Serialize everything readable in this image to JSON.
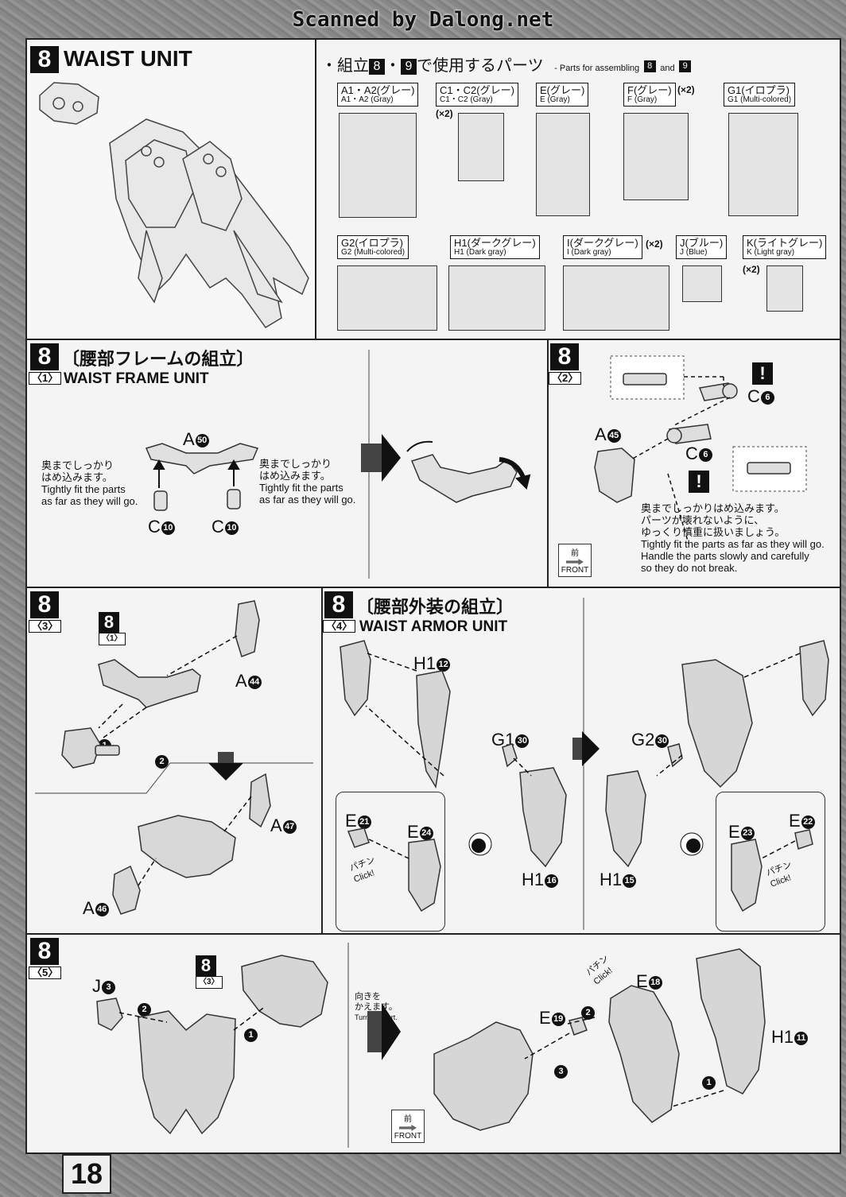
{
  "header": {
    "scan_credit": "Scanned by Dalong.net"
  },
  "page_number": "18",
  "main_step": {
    "number": "8",
    "title": "WAIST UNIT"
  },
  "parts_list": {
    "title_jp": "・組立",
    "step_a": "8",
    "dot": "・",
    "step_b": "9",
    "title_jp_suffix": "で使用するパーツ",
    "subtitle_prefix": "- Parts for assembling",
    "subtitle_and": "and",
    "runners": [
      {
        "jp": "A1・A2(グレー)",
        "en": "A1・A2 (Gray)",
        "mult": ""
      },
      {
        "jp": "C1・C2(グレー)",
        "en": "C1・C2 (Gray)",
        "mult": "(×2)"
      },
      {
        "jp": "E(グレー)",
        "en": "E (Gray)",
        "mult": ""
      },
      {
        "jp": "F(グレー)",
        "en": "F (Gray)",
        "mult": "(×2)"
      },
      {
        "jp": "G1(イロプラ)",
        "en": "G1 (Multi-colored)",
        "mult": ""
      },
      {
        "jp": "G2(イロプラ)",
        "en": "G2 (Multi-colored)",
        "mult": ""
      },
      {
        "jp": "H1(ダークグレー)",
        "en": "H1 (Dark gray)",
        "mult": ""
      },
      {
        "jp": "I(ダークグレー)",
        "en": "I (Dark gray)",
        "mult": "(×2)"
      },
      {
        "jp": "J(ブルー)",
        "en": "J (Blue)",
        "mult": ""
      },
      {
        "jp": "K(ライトグレー)",
        "en": "K (Light gray)",
        "mult": "(×2)"
      }
    ]
  },
  "step1": {
    "num": "8",
    "sub": "〈1〉",
    "title_jp": "〔腰部フレームの組立〕",
    "title_en": "WAIST FRAME UNIT",
    "part_a": "A",
    "part_a_no": "50",
    "part_c_left": "C",
    "part_c_left_no": "10",
    "part_c_right": "C",
    "part_c_right_no": "10",
    "note_left": [
      "奥までしっかり",
      "はめ込みます。",
      "Tightly fit the parts",
      "as far as they will go."
    ],
    "note_right": [
      "奥までしっかり",
      "はめ込みます。",
      "Tightly fit the parts",
      "as far as they will go."
    ]
  },
  "step2": {
    "num": "8",
    "sub": "〈2〉",
    "part_a": "A",
    "part_a_no": "45",
    "part_c1": "C",
    "part_c1_no": "6",
    "part_c2": "C",
    "part_c2_no": "6",
    "warn": "!",
    "note": [
      "奥までしっかりはめ込みます。",
      "パーツが壊れないように、",
      "ゆっくり慎重に扱いましょう。",
      "Tightly fit the parts as far as they will go.",
      "Handle the parts slowly and carefully",
      "so they do not break."
    ],
    "front_jp": "前",
    "front_en": "FRONT"
  },
  "step3": {
    "num": "8",
    "sub": "〈3〉",
    "ref_num": "8",
    "ref_sub": "〈1〉",
    "part_a44": "A",
    "part_a44_no": "44",
    "part_a47": "A",
    "part_a47_no": "47",
    "part_a46": "A",
    "part_a46_no": "46",
    "order1": "1",
    "order2": "2"
  },
  "step4": {
    "num": "8",
    "sub": "〈4〉",
    "title_jp": "〔腰部外装の組立〕",
    "title_en": "WAIST ARMOR UNIT",
    "h1_12": "H1",
    "h1_12_no": "12",
    "g1_30": "G1",
    "g1_30_no": "30",
    "h1_16": "H1",
    "h1_16_no": "16",
    "e21": "E",
    "e21_no": "21",
    "e24": "E",
    "e24_no": "24",
    "g2_30": "G2",
    "g2_30_no": "30",
    "h1_15": "H1",
    "h1_15_no": "15",
    "e22": "E",
    "e22_no": "22",
    "e23": "E",
    "e23_no": "23",
    "click_jp": "パチン",
    "click_en": "Click!"
  },
  "step5": {
    "num": "8",
    "sub": "〈5〉",
    "j3": "J",
    "j3_no": "3",
    "ref_num": "8",
    "ref_sub": "〈3〉",
    "turn_jp": [
      "向きを",
      "かえます。"
    ],
    "turn_en": "Turn the part.",
    "e18": "E",
    "e18_no": "18",
    "e19": "E",
    "e19_no": "19",
    "h1_11": "H1",
    "h1_11_no": "11",
    "click_jp": "パチン",
    "click_en": "Click!",
    "front_jp": "前",
    "front_en": "FRONT",
    "o1": "1",
    "o2": "2",
    "o3": "3"
  }
}
